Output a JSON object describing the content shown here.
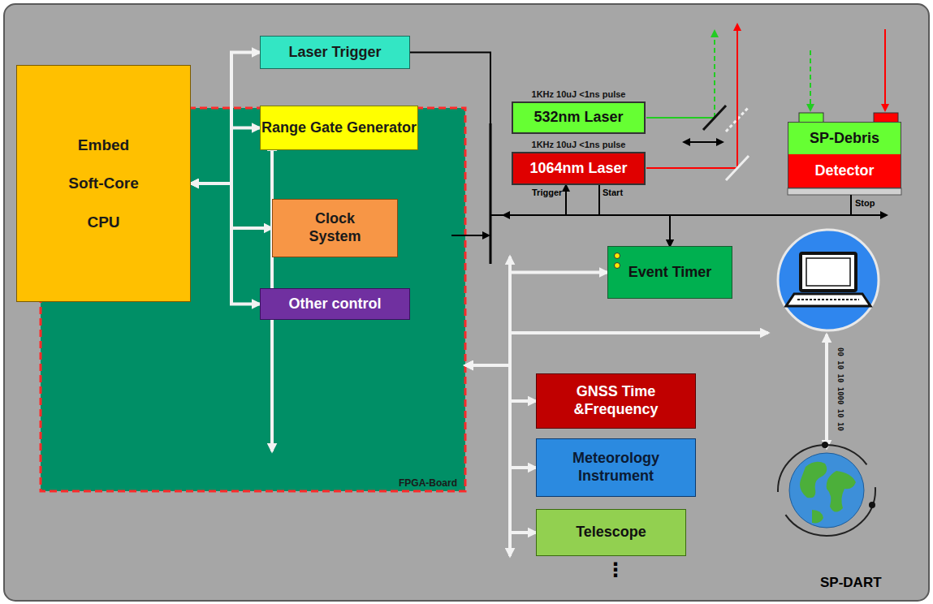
{
  "diagram": {
    "nodes": [
      {
        "text": [
          "FPGA-Board"
        ]
      },
      {
        "text": [
          "Embed Soft-Core CPU"
        ],
        "in": 0
      },
      {
        "text": [
          "Laser Trigger"
        ],
        "in": 0
      },
      {
        "text": [
          "Range Gate Generator"
        ],
        "in": 0
      },
      {
        "text": [
          "Clock System"
        ],
        "in": 0
      },
      {
        "text": [
          "Other control"
        ],
        "in": 0
      },
      {
        "text": [
          "1KHz 10uJ <1ns pulse",
          "532nm Laser"
        ]
      },
      {
        "text": [
          "1KHz 10uJ <1ns pulse",
          "1064nm Laser"
        ]
      },
      {
        "text": [
          "SP-Debris",
          "Detector"
        ]
      },
      {
        "text": [
          "Event Timer"
        ]
      },
      {
        "text": [
          "GNSS Time &Frequency"
        ]
      },
      {
        "text": [
          "Meteorology Instrument"
        ]
      },
      {
        "text": [
          "Telescope"
        ]
      }
    ],
    "edges": [
      {
        "from": 1,
        "to": 2,
        "arrow": "both"
      },
      {
        "from": 1,
        "to": 3,
        "arrow": "both"
      },
      {
        "from": 1,
        "to": 4,
        "arrow": "both"
      },
      {
        "from": 1,
        "to": 5,
        "arrow": "both"
      },
      {
        "from": 0,
        "to": 9,
        "arrow": "both"
      },
      {
        "from": 0,
        "to": 10,
        "arrow": "both"
      },
      {
        "from": 0,
        "to": 11,
        "arrow": "both"
      },
      {
        "from": 0,
        "to": 12,
        "arrow": "both"
      },
      {
        "from": 2,
        "to": 7,
        "label": "Trigger",
        "arrow": "to"
      },
      {
        "from": 7,
        "to": 9,
        "label": "Start",
        "arrow": "to"
      },
      {
        "from": 8,
        "to": 9,
        "label": "Stop",
        "arrow": "to"
      }
    ],
    "labels": [
      "SP-DART",
      "00 10 10 1000 10 10",
      "⋮"
    ]
  }
}
